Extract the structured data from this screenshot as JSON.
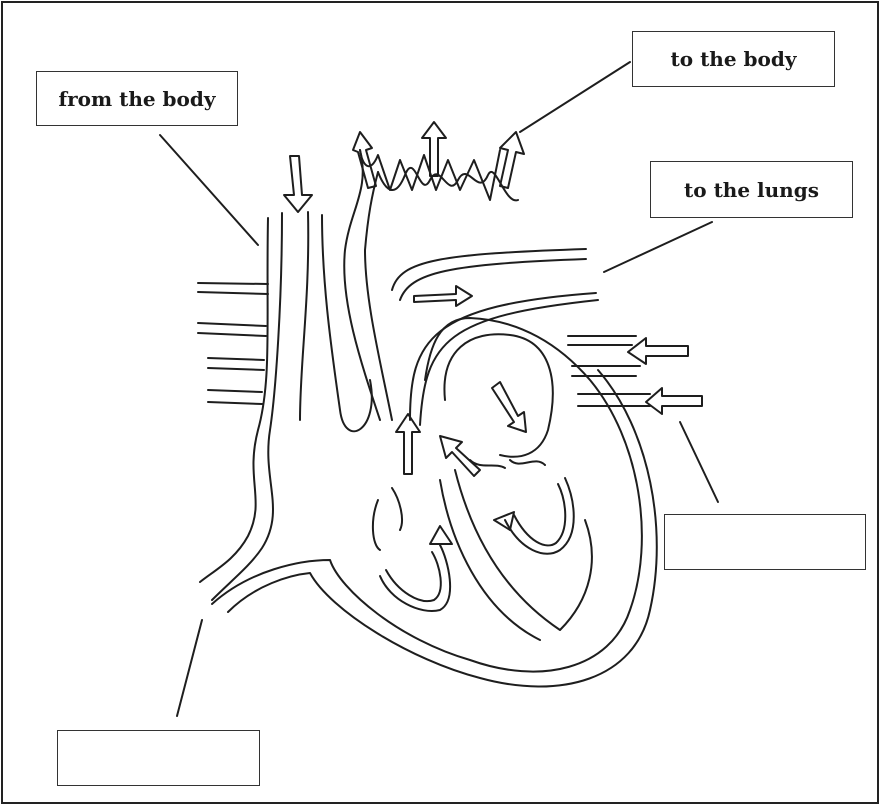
{
  "labels": {
    "from_body": "from the body",
    "to_body": "to the body",
    "to_lungs": "to the lungs"
  },
  "colors": {
    "line": "#1e1e1e",
    "background": "#ffffff"
  }
}
